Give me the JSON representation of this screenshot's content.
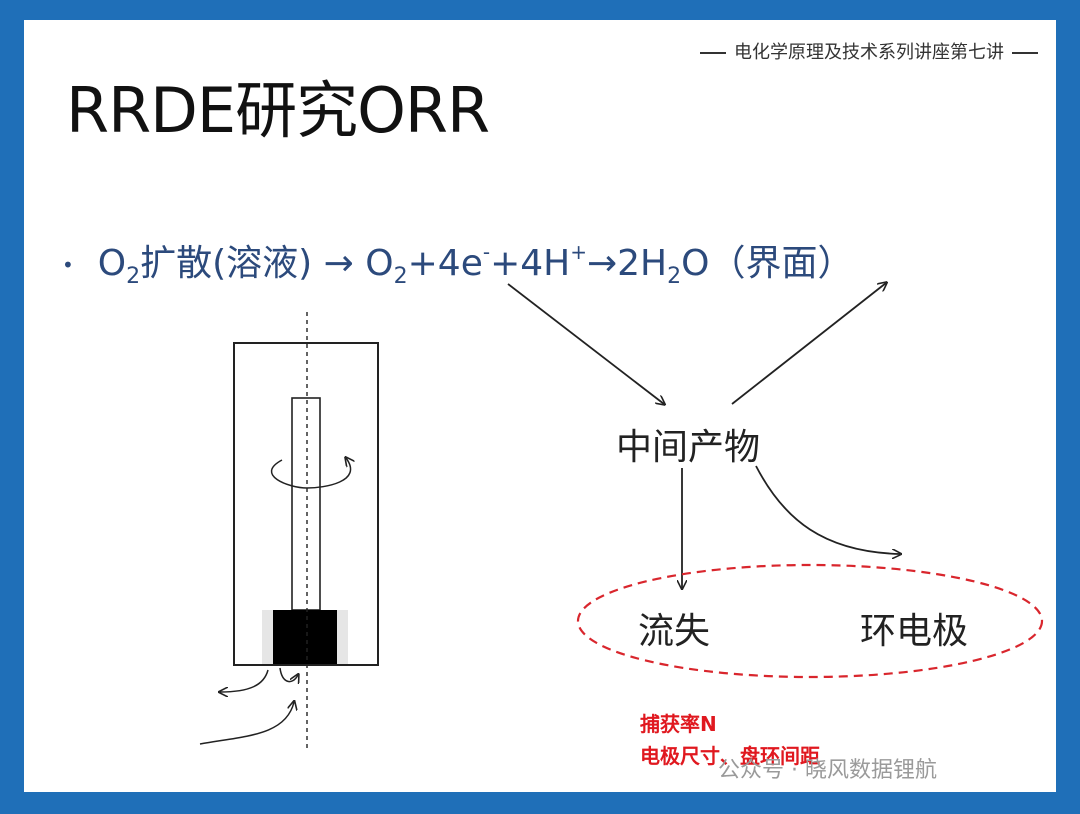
{
  "header": {
    "series": "电化学原理及技术系列讲座第七讲"
  },
  "title": "RRDE研究ORR",
  "equation": {
    "bullet": "•",
    "o": "O",
    "sub2": "2",
    "diffusion": "扩散(溶液) →",
    "o_b": "O",
    "sub2_b": "2",
    "plus4e": "+4e",
    "minus": "-",
    "plus4h": "+4H",
    "plus": "+",
    "arrow2h": "→2H",
    "sub2_c": "2",
    "o_c": "O",
    "interface": "（界面）"
  },
  "labels": {
    "intermediate": "中间产物",
    "loss": "流失",
    "ring": "环电极"
  },
  "notes": {
    "line1": "捕获率N",
    "line2": "电极尺寸、盘环间距"
  },
  "watermark": "公众号 · 晓风数据锂航",
  "colors": {
    "border": "#1f6fb8",
    "equation": "#2c4a7c",
    "note": "#e0181f",
    "ellipse": "#d9262d"
  }
}
